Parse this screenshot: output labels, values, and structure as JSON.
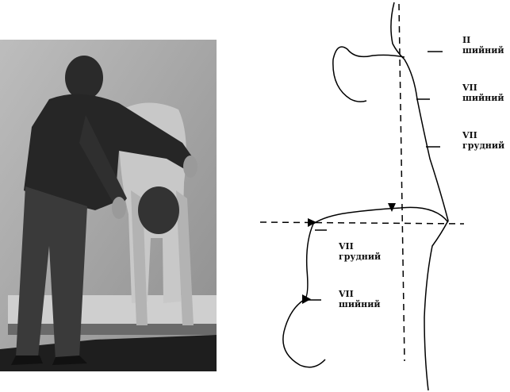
{
  "labels": [
    {
      "num": "II",
      "word": "шийний"
    },
    {
      "num": "VII",
      "word": "шийний"
    },
    {
      "num": "VII",
      "word": "грудний"
    },
    {
      "num": "VII",
      "word": "грудний"
    },
    {
      "num": "VII",
      "word": "шийний"
    }
  ]
}
